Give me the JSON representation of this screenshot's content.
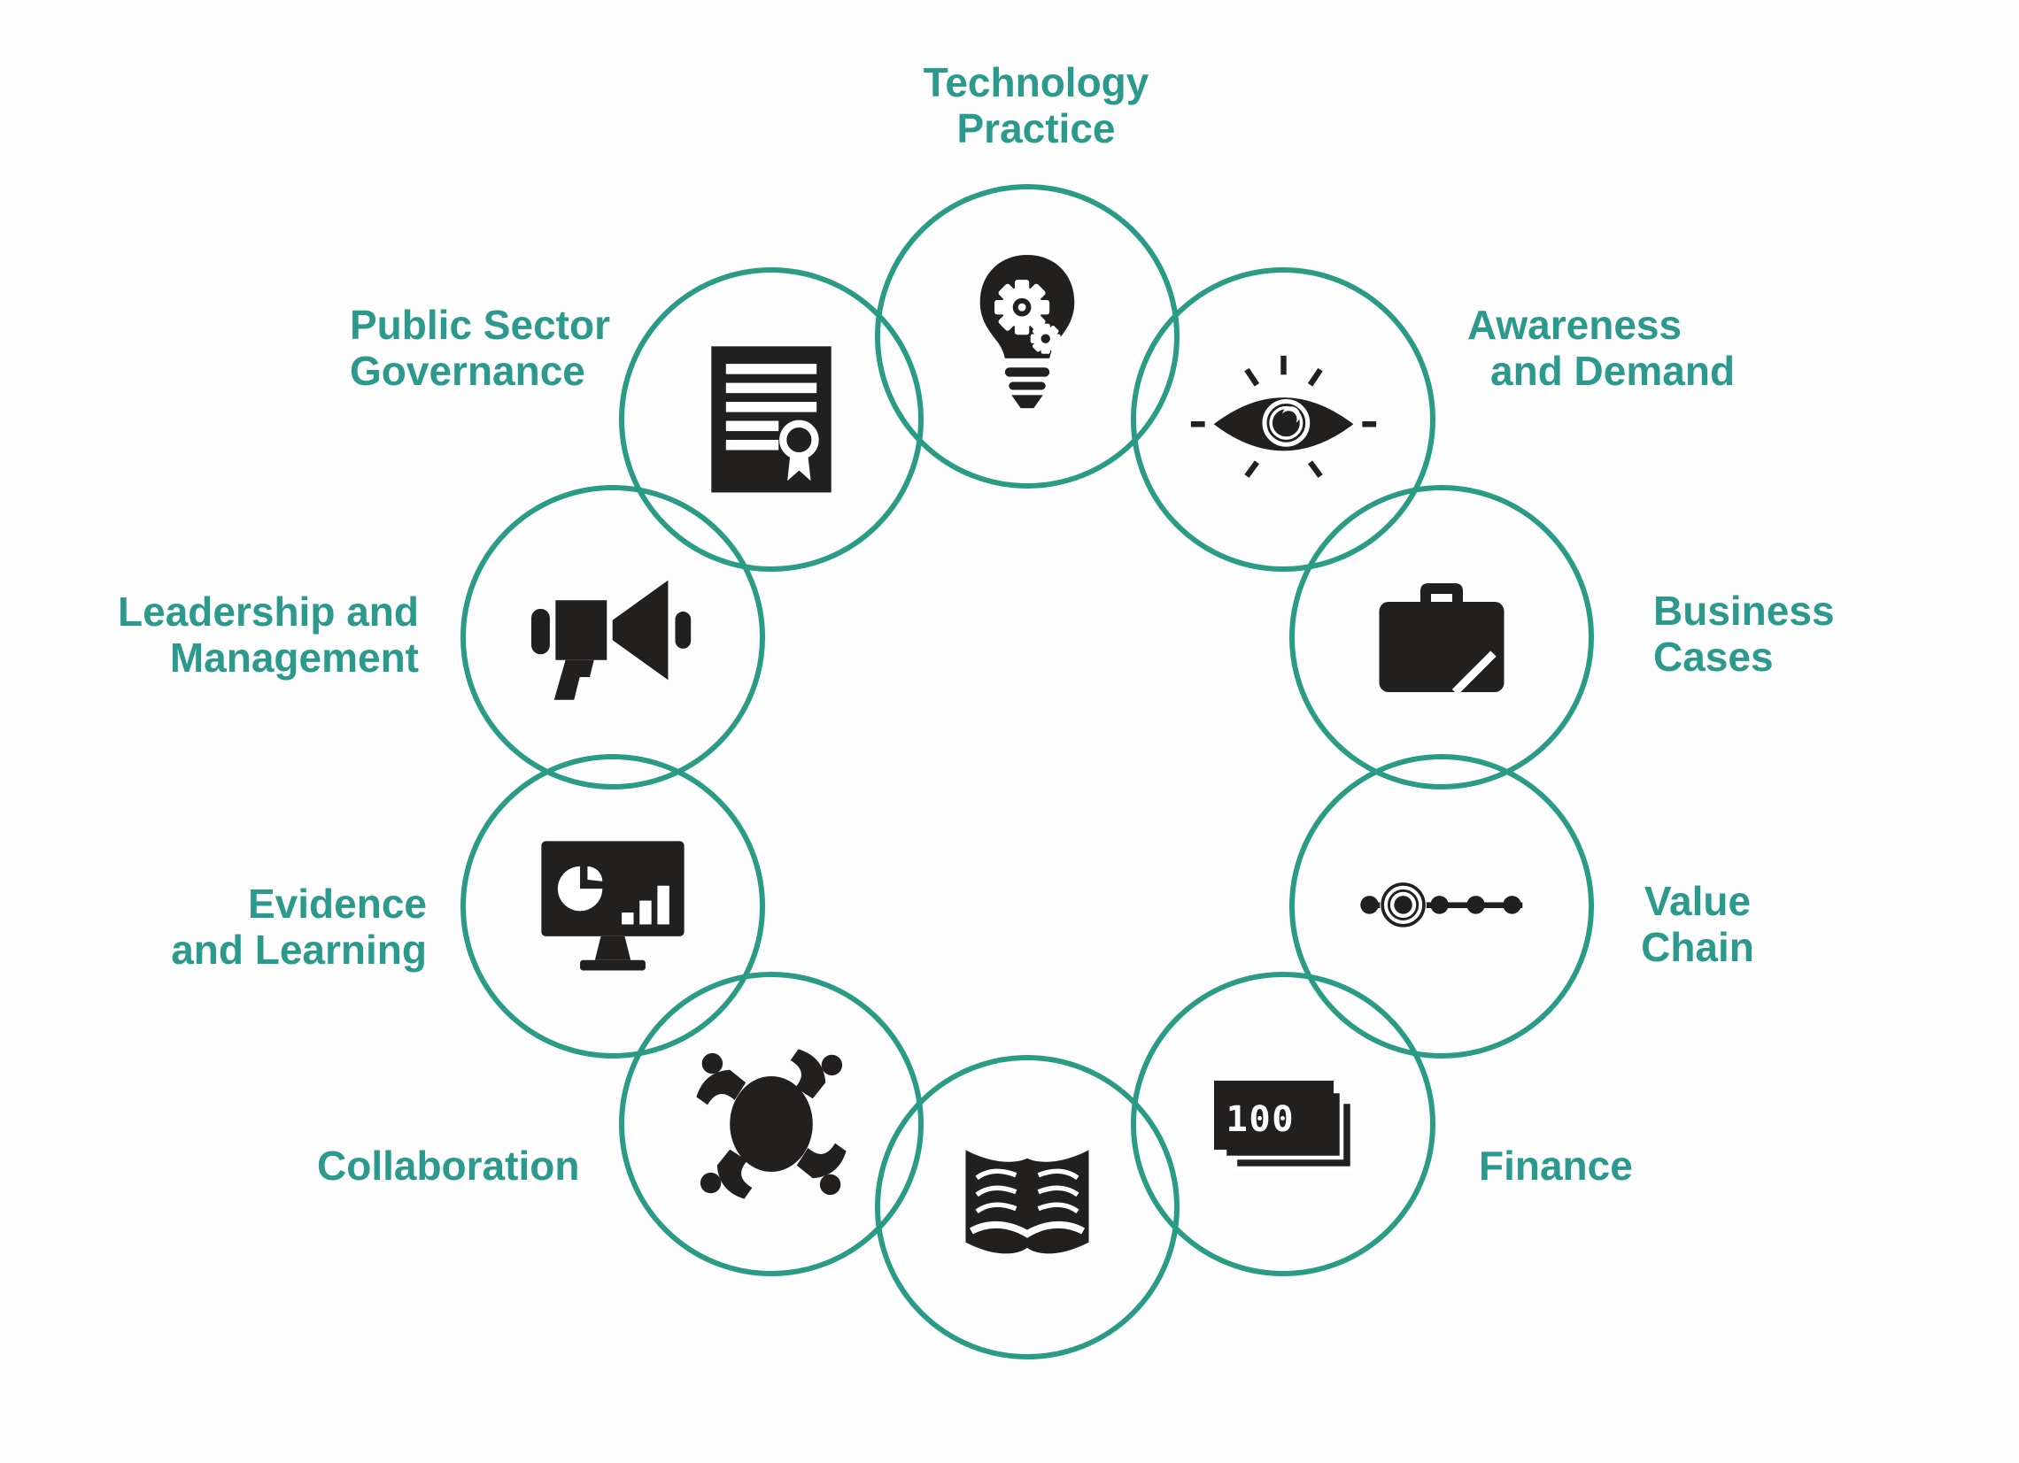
{
  "diagram": {
    "background_color": "#fdfdfd",
    "accent_color": "#2a9b85",
    "label_color": "#2b9a8c",
    "icon_color": "#221f1f",
    "items": [
      {
        "id": "technology-practice",
        "label_lines": [
          "Technology",
          "Practice"
        ],
        "icon": "lightbulb-gears-icon"
      },
      {
        "id": "awareness-and-demand",
        "label_lines": [
          "Awareness",
          "and Demand"
        ],
        "icon": "eye-icon"
      },
      {
        "id": "business-cases",
        "label_lines": [
          "Business",
          "Cases"
        ],
        "icon": "briefcase-icon"
      },
      {
        "id": "value-chain",
        "label_lines": [
          "Value",
          "Chain"
        ],
        "icon": "value-chain-nodes-icon"
      },
      {
        "id": "finance",
        "label_lines": [
          "Finance"
        ],
        "icon": "banknotes-icon"
      },
      {
        "id": "reading-book",
        "label_lines": [],
        "icon": "open-book-icon"
      },
      {
        "id": "collaboration",
        "label_lines": [
          "Collaboration"
        ],
        "icon": "people-around-table-icon"
      },
      {
        "id": "evidence-and-learning",
        "label_lines": [
          "Evidence",
          "and Learning"
        ],
        "icon": "monitor-analytics-icon"
      },
      {
        "id": "leadership-and-management",
        "label_lines": [
          "Leadership and",
          "Management"
        ],
        "icon": "megaphone-icon"
      },
      {
        "id": "public-sector-governance",
        "label_lines": [
          "Public Sector",
          "Governance"
        ],
        "icon": "certificate-icon"
      }
    ],
    "finance_note_value": "100"
  }
}
